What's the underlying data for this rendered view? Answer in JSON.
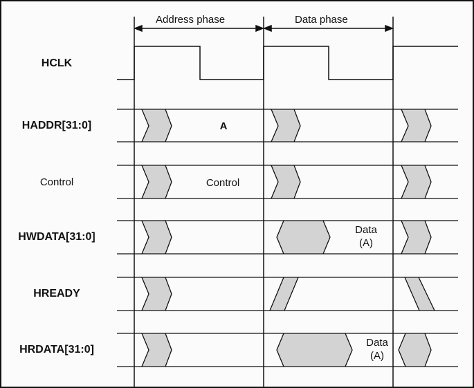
{
  "phases": {
    "address": "Address phase",
    "data": "Data phase"
  },
  "signals": [
    {
      "name": "HCLK",
      "bold": true
    },
    {
      "name": "HADDR[31:0]",
      "bold": true
    },
    {
      "name": "Control",
      "bold": false
    },
    {
      "name": "HWDATA[31:0]",
      "bold": true
    },
    {
      "name": "HREADY",
      "bold": true
    },
    {
      "name": "HRDATA[31:0]",
      "bold": true
    }
  ],
  "values": {
    "haddr": "A",
    "control": "Control",
    "hwdata_line1": "Data",
    "hwdata_line2": "(A)",
    "hrdata_line1": "Data",
    "hrdata_line2": "(A)"
  }
}
